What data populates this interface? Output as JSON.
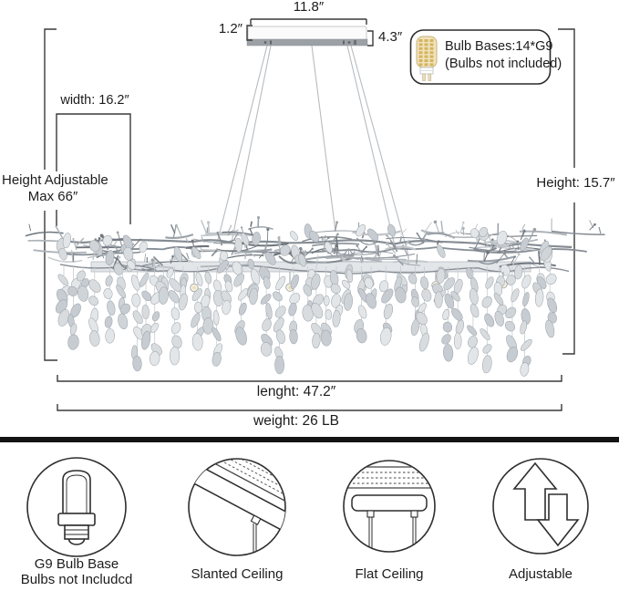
{
  "annotations": {
    "canopy_width": "11.8″",
    "canopy_height": "1.2″",
    "canopy_depth": "4.3″",
    "bulb_callout_line1": "Bulb Bases:14*G9",
    "bulb_callout_line2": "(Bulbs not included)",
    "fixture_width": "width: 16.2″",
    "height_adjustable_line1": "Height Adjustable",
    "height_adjustable_line2": "Max 66″",
    "fixture_height": "Height: 15.7″",
    "length": "lenght: 47.2″",
    "weight": "weight: 26 LB"
  },
  "features": [
    {
      "label": "G9 Bulb Base",
      "sublabel": "Bulbs not Includcd",
      "icon": "g9-bulb-icon"
    },
    {
      "label": "Slanted Ceiling",
      "sublabel": "",
      "icon": "slanted-ceiling-icon"
    },
    {
      "label": "Flat Ceiling",
      "sublabel": "",
      "icon": "flat-ceiling-icon"
    },
    {
      "label": "Adjustable",
      "sublabel": "",
      "icon": "adjustable-icon"
    }
  ],
  "colors": {
    "ink": "#333333",
    "icon_ink": "#2e2e2e",
    "divider": "#141414",
    "metal_branch": "#868d94",
    "crystal": "#d3d8dc",
    "canopy_gray": "#9ca1a6",
    "cable": "#b7bcc1",
    "bulb_gold": "#d2ae55",
    "bulb_body": "#f0e3bd"
  }
}
